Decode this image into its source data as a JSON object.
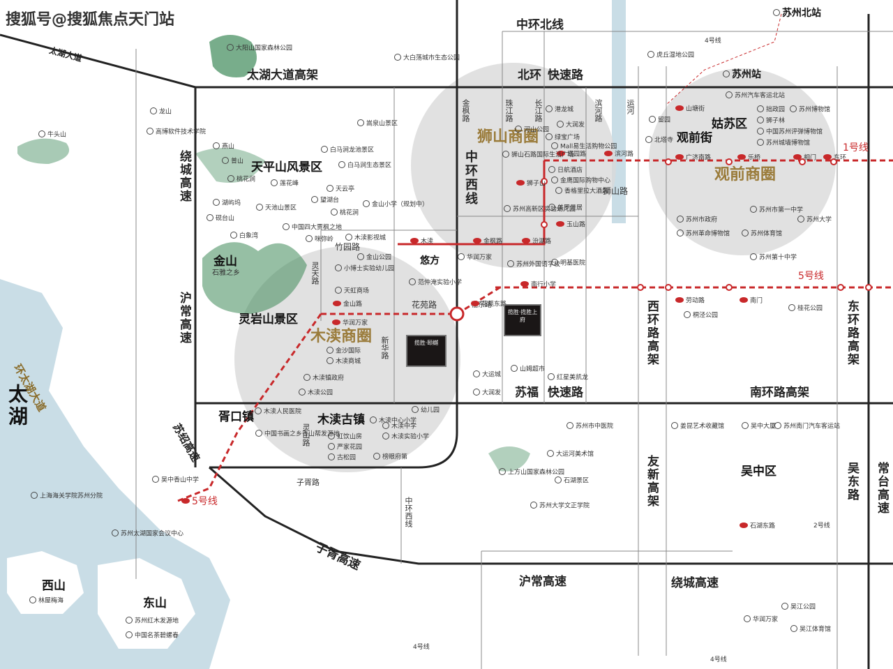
{
  "watermark": "搜狐号@搜狐焦点天门站",
  "lake": {
    "tai_hu": "太湖",
    "ring_road": "环太湖大道",
    "tai_hu_road": "太湖大道"
  },
  "roads": {
    "zhonghuan_north": "中环北线",
    "taihu_elevated": "太湖大道高架",
    "beihuan": "北环",
    "expressway": "快速路",
    "raocheng_w": "绕城高速",
    "huchang_w": "沪常高速",
    "zhonghuan_west": "中环西线",
    "suzhou_label": "苏福",
    "sufu_expressway": "快速路",
    "xihuan": "西环路高架",
    "donghuan": "东环路高架",
    "nanhuan": "南环路高架",
    "youxin": "友新高架",
    "wudong": "吴东路",
    "changtai": "常台高速",
    "suzhao": "苏绍高速",
    "zixu": "子胥高速",
    "zixu_road": "子胥路",
    "huchang_s": "沪常高速",
    "raocheng_s": "绕城高速",
    "zhonghuan_west_s": "中环西线",
    "jinfeng": "金枫路",
    "zhujiang": "珠江路",
    "changjiang": "长江路",
    "binhe": "滨河路",
    "yunhe": "运河",
    "shishan_road": "狮山路",
    "zhuyuan": "竹园路",
    "huayuan": "花苑路",
    "lingtian": "灵天路",
    "xinhua": "新华路",
    "lingshan": "灵山路",
    "fubo": "福东路",
    "line4_n": "4号线",
    "line4_s1": "4号线",
    "line4_s2": "4号线",
    "line2": "2号线"
  },
  "areas": {
    "tianpingshan": "天平山风景区",
    "lingyanshan": "灵岩山景区",
    "jinshan": "金山",
    "jinshan_sub": "石雅之乡",
    "xukou": "胥口镇",
    "mudu_old": "木渎古镇",
    "gusu": "姑苏区",
    "guanqian": "观前街",
    "wuzhong": "吴中区",
    "xishan": "西山",
    "dongshan": "东山",
    "youfang": "悠方"
  },
  "business": {
    "shishan": "狮山商圈",
    "mudu": "木渎商圈",
    "guanqian": "观前商圈"
  },
  "stations": {
    "suzhou_north": "苏州北站",
    "suzhou": "苏州站"
  },
  "metro_lines": {
    "line1": "1号线",
    "line5_e": "5号线",
    "line5_w": "5号线"
  },
  "metro_stations": [
    "木渎",
    "金枫路",
    "汾湖路",
    "玉山路",
    "塔园路",
    "滨河路",
    "狮子山",
    "金山路",
    "花苑东路",
    "南行小学",
    "华润万家",
    "山塘街",
    "广济南路",
    "乐桥",
    "相门",
    "东环",
    "劳动路",
    "南门",
    "石湖东路"
  ],
  "pois": [
    "大阳山国家森林公园",
    "大白荡城市生态公园",
    "虎丘湿地公园",
    "龙山",
    "高博软件技术学院",
    "牛头山",
    "燕山",
    "普山",
    "桃花涧",
    "莲花峰",
    "白马涧龙池景区",
    "白马涧生态景区",
    "嵩泉山景区",
    "天云亭",
    "望湖台",
    "天池山景区",
    "桃花涧",
    "湖屿坞",
    "砚台山",
    "白象湾",
    "中国四大贾枫之地",
    "咪弥岭",
    "木渎影视城",
    "金山小学（规划中）",
    "金山公园",
    "小博士实验幼儿园",
    "天虹商场",
    "范仲淹实验小学",
    "华润万家",
    "苏州外国语学校",
    "明基医院",
    "山姆超市",
    "红星美凯龙",
    "大运城",
    "大润发",
    "金沙国际",
    "木渎商城",
    "木渎镇政府",
    "木渎公园",
    "木渎人民医院",
    "中国书画之乡香山帮发源地",
    "木渎中心小学",
    "幼儿园",
    "木渎中学",
    "木渎实验小学",
    "虹饮山房",
    "严家花园",
    "古松园",
    "榜眼府第",
    "吴中香山中学",
    "上海海关学院苏州分院",
    "苏州太湖国家会议中心",
    "林屋梅海",
    "苏州红木发源地",
    "中国名茶碧螺春",
    "苏州市中医院",
    "大运河美术馆",
    "上方山国家森林公园",
    "石湖景区",
    "苏州大学文正学院",
    "姜昆艺术收藏馆",
    "吴中大厦",
    "苏州南门汽车客运站",
    "桐泾公园",
    "桂花公园",
    "吴江公园",
    "华润万家",
    "吴江体育馆",
    "河山公园",
    "港龙城",
    "大润发",
    "绿宝广场",
    "Mall易生活购物公园",
    "狮山石路国际生活广场",
    "日航酒店",
    "金鹰国际购物中心",
    "香格里拉大酒店",
    "美罗景居",
    "苏州高新区实验幼儿园",
    "苏州汽车客运北站",
    "拙政园",
    "苏州博物馆",
    "狮子林",
    "中国苏州评弹博物馆",
    "苏州城墙博物馆",
    "苏州市政府",
    "苏州市第一中学",
    "苏州大学",
    "苏州革命博物馆",
    "苏州体育馆",
    "苏州第十中学",
    "留园",
    "北塔寺"
  ],
  "panels": {
    "p1": "揽胜·颐樾",
    "p2": "揽胜·揽胜上府"
  },
  "colors": {
    "metro": "#c8282a",
    "biz": "#9a7b3a",
    "water": "#c9dde6",
    "green": "#3f8a5a",
    "circle": "#d9d9d9"
  }
}
